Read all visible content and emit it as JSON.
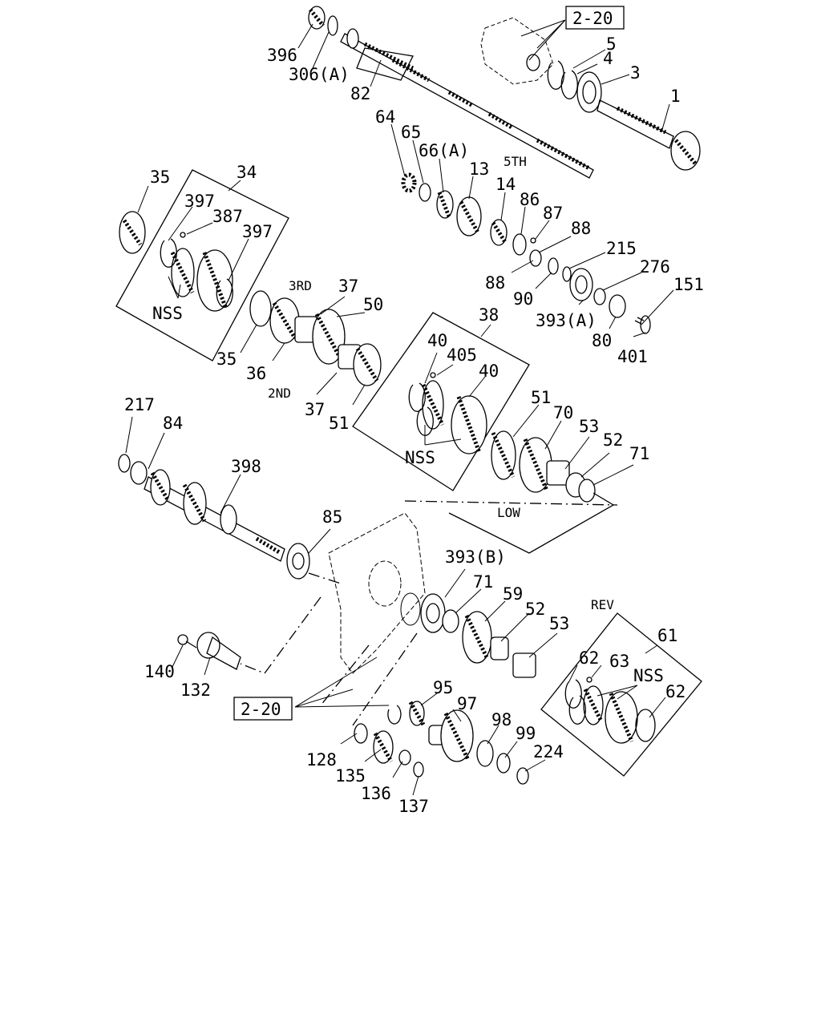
{
  "ref_labels": [
    "2-20",
    "2-20"
  ],
  "part_labels": {
    "p396": "396",
    "p306a": "306(A)",
    "p82": "82",
    "p5": "5",
    "p4": "4",
    "p3": "3",
    "p1": "1",
    "p64": "64",
    "p65": "65",
    "p66a": "66(A)",
    "p13": "13",
    "fifth": "5TH",
    "p14": "14",
    "p86": "86",
    "p87": "87",
    "p88a": "88",
    "p88b": "88",
    "p90": "90",
    "p215": "215",
    "p276": "276",
    "p151": "151",
    "p393a": "393(A)",
    "p80": "80",
    "p401": "401",
    "p35a": "35",
    "p34": "34",
    "p397a": "397",
    "p387": "387",
    "p397b": "397",
    "nss1": "NSS",
    "third": "3RD",
    "p37a": "37",
    "p50": "50",
    "p35b": "35",
    "p36": "36",
    "second": "2ND",
    "p37b": "37",
    "p51a": "51",
    "p38": "38",
    "p40a": "40",
    "p405": "405",
    "p40b": "40",
    "nss2": "NSS",
    "p51b": "51",
    "p70": "70",
    "p53a": "53",
    "p52a": "52",
    "p71a": "71",
    "low": "LOW",
    "p217": "217",
    "p84": "84",
    "p398": "398",
    "p85": "85",
    "p393b": "393(B)",
    "p71b": "71",
    "p59": "59",
    "p52b": "52",
    "p53b": "53",
    "rev": "REV",
    "p61": "61",
    "p62a": "62",
    "p63": "63",
    "nss3": "NSS",
    "p62b": "62",
    "p140": "140",
    "p132": "132",
    "p95": "95",
    "p97": "97",
    "p98": "98",
    "p99": "99",
    "p224": "224",
    "p128": "128",
    "p135": "135",
    "p136": "136",
    "p137": "137"
  }
}
